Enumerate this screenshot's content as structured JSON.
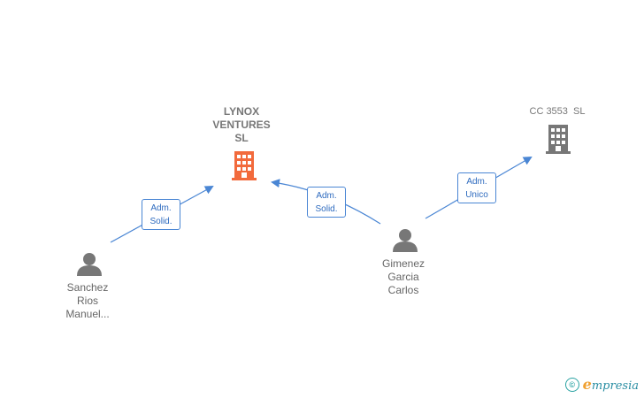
{
  "nodes": {
    "lynox": {
      "lines": [
        "LYNOX",
        "VENTURES",
        "SL"
      ],
      "icon": "building-icon",
      "color": "#f26a3c"
    },
    "cc3553": {
      "label": "CC 3553  SL",
      "icon": "building-icon",
      "color": "#777777"
    },
    "sanchez": {
      "lines": [
        "Sanchez",
        "Rios",
        "Manuel..."
      ],
      "icon": "person-icon",
      "color": "#777777"
    },
    "gimenez": {
      "lines": [
        "Gimenez",
        "Garcia",
        "Carlos"
      ],
      "icon": "person-icon",
      "color": "#777777"
    }
  },
  "edges": {
    "sanchez_lynox": {
      "lines": [
        "Adm.",
        "Solid."
      ]
    },
    "gimenez_lynox": {
      "lines": [
        "Adm.",
        "Solid."
      ]
    },
    "gimenez_cc3553": {
      "lines": [
        "Adm.",
        "Unico"
      ]
    }
  },
  "colors": {
    "edge": "#4a86d4",
    "edge_text": "#2e6bbf"
  },
  "footer": {
    "copyright_symbol": "©",
    "brand_initial": "e",
    "brand_rest": "mpresia"
  }
}
